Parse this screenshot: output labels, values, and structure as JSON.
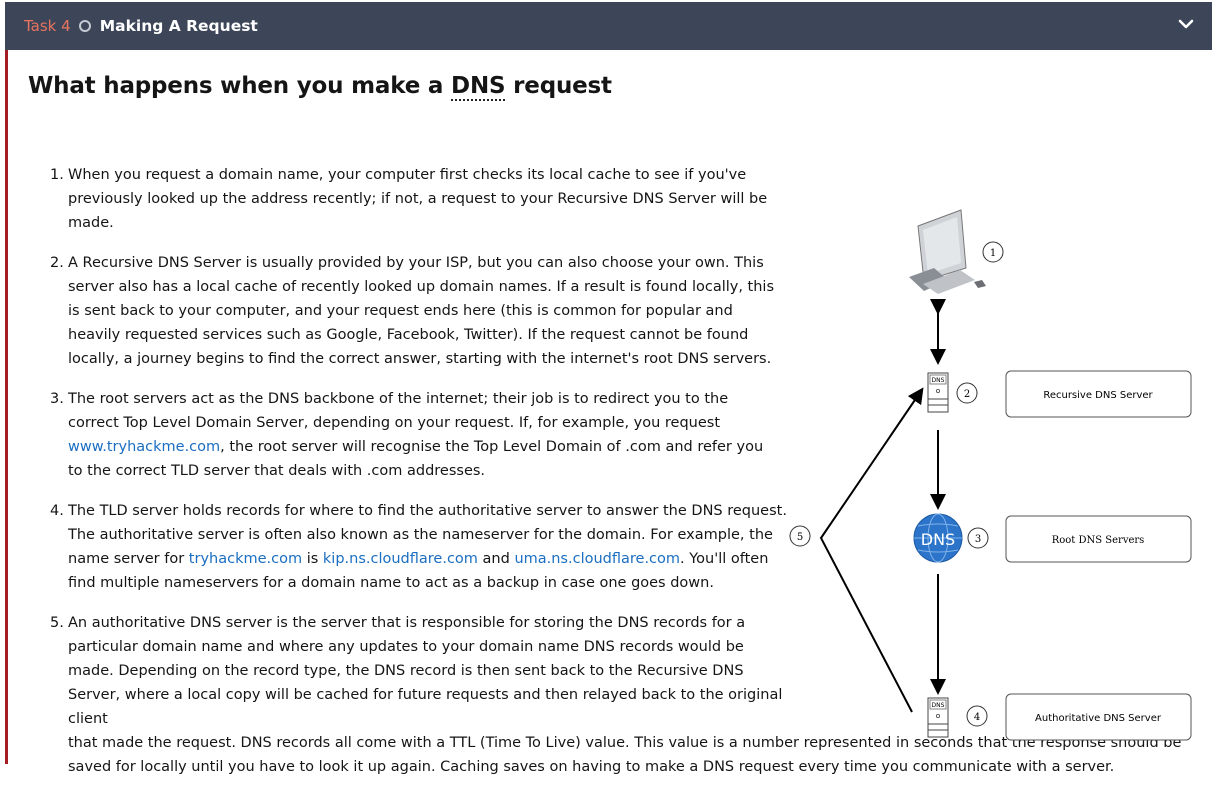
{
  "header": {
    "task_label": "Task 4",
    "title": "Making A Request"
  },
  "content": {
    "heading_pre": "What happens when you make a ",
    "heading_abbr": "DNS",
    "heading_post": " request",
    "steps": [
      {
        "num": "1",
        "text": "When you request a domain name, your computer first checks its local cache to see if you've previously looked up the address recently; if not, a request to your Recursive DNS Server will be made."
      },
      {
        "num": "2",
        "text": "A Recursive DNS Server is usually provided by your ISP, but you can also choose your own. This server also has a local cache of recently looked up domain names. If a result is found locally, this is sent back to your computer, and your request ends here (this is common for popular and heavily requested services such as Google, Facebook, Twitter). If the request cannot be found locally, a journey begins to find the correct answer, starting with the internet's root DNS servers."
      },
      {
        "num": "3",
        "text_a": "The root servers act as the DNS backbone of the internet; their job is to redirect you to the correct Top Level Domain Server, depending on your request. If, for example, you request ",
        "link": "www.tryhackme.com",
        "text_b": ", the root server will recognise the Top Level Domain of .com and refer you to the correct TLD server that deals with .com addresses."
      },
      {
        "num": "4",
        "text_a": "The TLD server holds records for where to find the authoritative server to answer the DNS request. The authoritative server is often also known as the nameserver for the domain. For example, the name server for ",
        "link1": "tryhackme.com",
        "mid1": " is ",
        "link2": "kip.ns.cloudflare.com",
        "mid2": " and ",
        "link3": "uma.ns.cloudflare.com",
        "text_b": ". You'll often find multiple nameservers for a domain name to act as a backup in case one goes down."
      },
      {
        "num": "5",
        "text_a": "An authoritative DNS server is the server that is responsible for storing the DNS records for a particular domain name and where any updates to your domain name DNS records would be made. Depending on the record type, the DNS record is then sent back to the Recursive DNS Server, where a local copy will be cached for future requests and then relayed back to the original client",
        "text_b": "that made the request. DNS records all come with a TTL (Time To Live) value. This value is a number represented in seconds that the response should be saved for locally until you have to look it up again. Caching saves on having to make a DNS request every time you communicate with a server."
      }
    ]
  },
  "diagram": {
    "labels": {
      "recursive": "Recursive DNS Server",
      "root": "Root DNS Servers",
      "authoritative": "Authoritative DNS Server"
    },
    "steps": [
      "1",
      "2",
      "3",
      "4",
      "5"
    ],
    "server_tag": "DNS",
    "globe_text": "DNS",
    "colors": {
      "globe": "#2b74c9",
      "box_border": "#555555"
    }
  }
}
